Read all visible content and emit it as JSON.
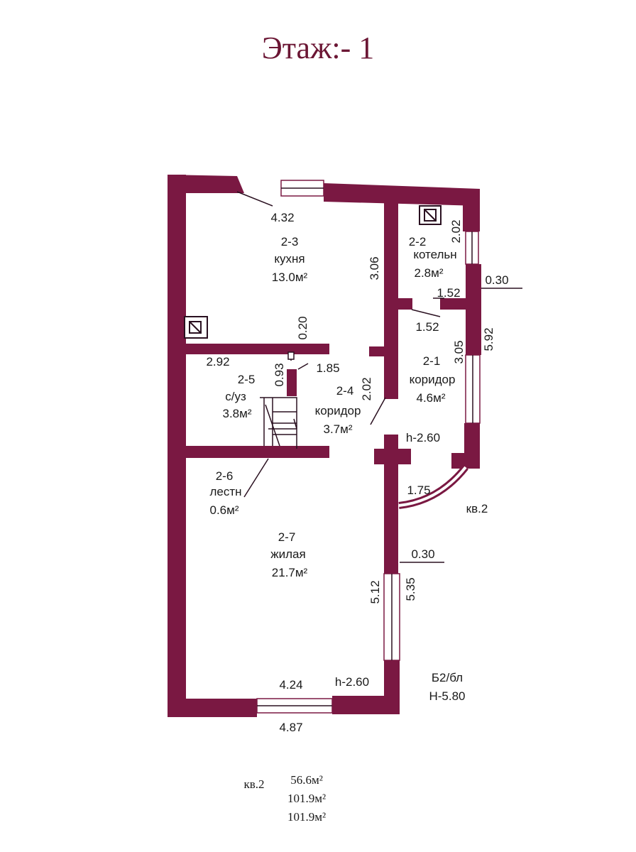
{
  "title": "Этаж:- 1",
  "rooms": [
    {
      "id": "2-3",
      "name": "кухня",
      "area": "13.0м²"
    },
    {
      "id": "2-2",
      "name": "котельн",
      "area": "2.8м²"
    },
    {
      "id": "2-5",
      "name": "с/уз",
      "area": "3.8м²"
    },
    {
      "id": "2-4",
      "name": "коридор",
      "area": "3.7м²"
    },
    {
      "id": "2-1",
      "name": "коридор",
      "area": "4.6м²"
    },
    {
      "id": "2-6",
      "name": "лестн",
      "area": "0.6м²"
    },
    {
      "id": "2-7",
      "name": "жилая",
      "area": "21.7м²"
    }
  ],
  "dimensions": {
    "d_432": "4.32",
    "d_306": "3.06",
    "d_202_top": "2.02",
    "d_030_top": "0.30",
    "d_152_a": "1.52",
    "d_152_b": "1.52",
    "d_020": "0.20",
    "d_305": "3.05",
    "d_592": "5.92",
    "d_292": "2.92",
    "d_093": "0.93",
    "d_185": "1.85",
    "d_202_mid": "2.02",
    "d_h260_a": "h-2.60",
    "d_175": "1.75",
    "d_030_bot": "0.30",
    "d_512": "5.12",
    "d_535": "5.35",
    "d_424": "4.24",
    "d_h260_b": "h-2.60",
    "d_487": "4.87"
  },
  "apartment_label": "кв.2",
  "building": {
    "type": "Б2/бл",
    "height": "Н-5.80"
  },
  "summary": {
    "label": "кв.2",
    "area1": "56.6м²",
    "area2": "101.9м²",
    "area3": "101.9м²"
  },
  "colors": {
    "wall": "#7a1842",
    "title": "#6b1634"
  }
}
